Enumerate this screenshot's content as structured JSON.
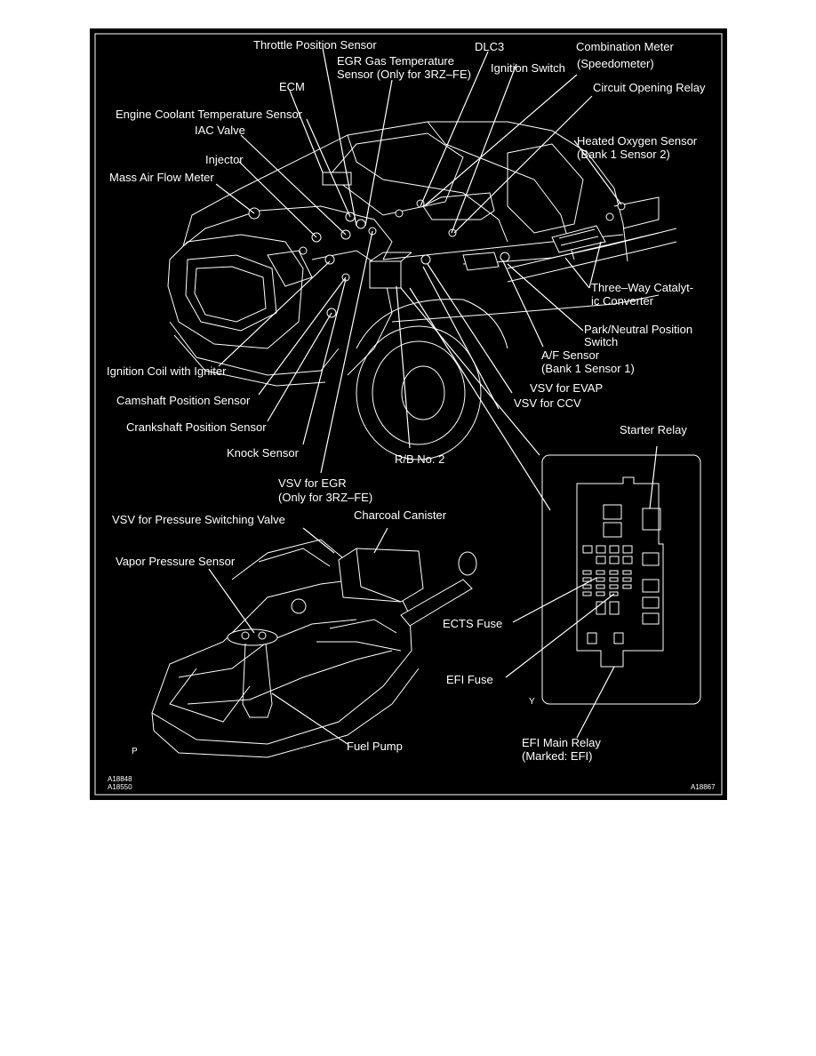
{
  "labels": {
    "throttle_position_sensor": "Throttle Position Sensor",
    "egr_gas_temp_line1": "EGR Gas Temperature",
    "egr_gas_temp_line2": "Sensor (Only for 3RZ–FE)",
    "dlc3": "DLC3",
    "combination_meter_line1": "Combination Meter",
    "combination_meter_line2": "(Speedometer)",
    "ignition_switch": "Ignition Switch",
    "circuit_opening_relay": "Circuit Opening Relay",
    "ecm": "ECM",
    "engine_coolant_temp_sensor": "Engine Coolant Temperature Sensor",
    "iac_valve": "IAC Valve",
    "injector": "Injector",
    "mass_air_flow_meter": "Mass Air Flow Meter",
    "heated_oxygen_line1": "Heated Oxygen Sensor",
    "heated_oxygen_line2": "(Bank 1 Sensor 2)",
    "three_way_line1": "Three–Way Catalyt-",
    "three_way_line2": "ic Converter",
    "park_neutral_line1": "Park/Neutral Position",
    "park_neutral_line2": "Switch",
    "af_sensor_line1": "A/F Sensor",
    "af_sensor_line2": "(Bank 1 Sensor 1)",
    "vsv_evap": "VSV for EVAP",
    "vsv_ccv": "VSV for CCV",
    "ignition_coil": "Ignition Coil with Igniter",
    "camshaft_sensor": "Camshaft Position Sensor",
    "crankshaft_sensor": "Crankshaft Position Sensor",
    "knock_sensor": "Knock Sensor",
    "rb_no2": "R/B No. 2",
    "vsv_egr_line1": "VSV for EGR",
    "vsv_egr_line2": "(Only for 3RZ–FE)",
    "starter_relay": "Starter Relay",
    "vsv_pressure_switching": "VSV for Pressure Switching Valve",
    "charcoal_canister": "Charcoal Canister",
    "vapor_pressure_sensor": "Vapor Pressure Sensor",
    "ects_fuse": "ECTS Fuse",
    "efi_fuse": "EFI Fuse",
    "efi_main_line1": "EFI Main Relay",
    "efi_main_line2": "(Marked: EFI)",
    "fuel_pump": "Fuel Pump",
    "mark_y": "Y",
    "mark_p": "P",
    "code_a18848": "A18848",
    "code_a18550": "A18550",
    "code_a18867": "A18867"
  }
}
